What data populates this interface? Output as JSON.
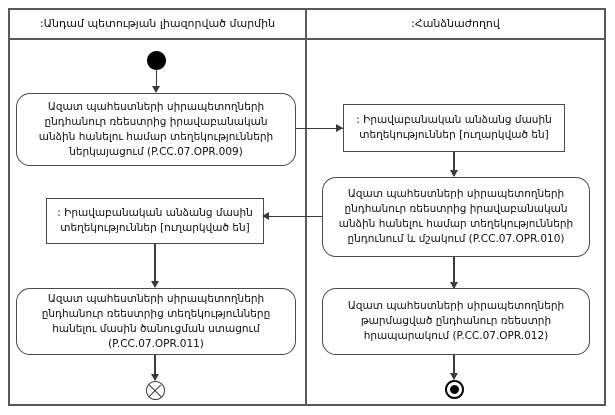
{
  "diagram": {
    "type": "uml-activity-diagram",
    "lanes": [
      {
        "id": "left",
        "title": ":Անդամ պետության լիազորված մարմին"
      },
      {
        "id": "right",
        "title": ":Հանձնաժողով"
      }
    ],
    "nodes": {
      "initial": {
        "kind": "initial-node",
        "lane": "left"
      },
      "activity_009": {
        "kind": "activity",
        "lane": "left",
        "text": "Ազատ պահեստների սիրապետողների ընդհանուր ռեեստրից իրավաբանական անձին հանելու համար տեղեկությունների ներկայացում (P.CC.07.OPR.009)",
        "code": "P.CC.07.OPR.009"
      },
      "object_left": {
        "kind": "object-node",
        "lane": "left",
        "text": ": Իրավաբանական անձանց մասին տեղեկություններ [ուղարկված են]",
        "state": "ուղարկված են"
      },
      "activity_011": {
        "kind": "activity",
        "lane": "left",
        "text": "Ազատ պահեստների սիրապետողների ընդհանուր ռեեստրից տեղեկությունները հանելու մասին ծանուցման ստացում (P.CC.07.OPR.011)",
        "code": "P.CC.07.OPR.011"
      },
      "flow_final": {
        "kind": "flow-final-node",
        "lane": "left"
      },
      "object_right": {
        "kind": "object-node",
        "lane": "right",
        "text": ": Իրավաբանական անձանց մասին տեղեկություններ [ուղարկված են]",
        "state": "ուղարկված են"
      },
      "activity_010": {
        "kind": "activity",
        "lane": "right",
        "text": "Ազատ պահեստների սիրապետողների ընդհանուր ռեեստրից իրավաբանական անձին հանելու համար տեղեկությունների ընդունում և մշակում (P.CC.07.OPR.010)",
        "code": "P.CC.07.OPR.010"
      },
      "activity_012": {
        "kind": "activity",
        "lane": "right",
        "text": "Ազատ պահեստների սիրապետողների թարմացված ընդհանուր ռեեստրի հրապարակում (P.CC.07.OPR.012)",
        "code": "P.CC.07.OPR.012"
      },
      "final": {
        "kind": "activity-final-node",
        "lane": "right"
      }
    },
    "colors": {
      "frame": "#5a5a5a",
      "node_border": "#4a4a4a",
      "edge": "#3a3a3a",
      "text": "#111111",
      "background": "#ffffff"
    }
  }
}
